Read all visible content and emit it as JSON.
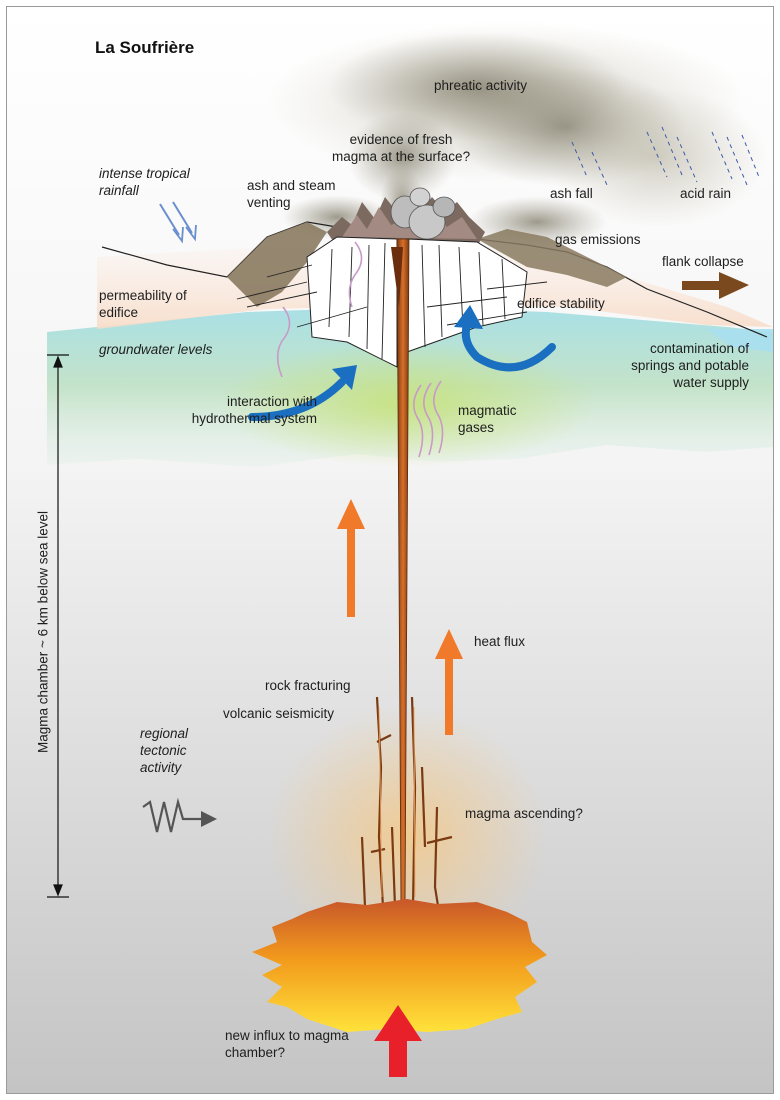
{
  "title": "La Soufrière",
  "labels": {
    "phreatic_activity": "phreatic activity",
    "fresh_magma": "evidence of fresh\nmagma at the surface?",
    "tropical_rainfall": "intense tropical\nrainfall",
    "ash_steam_venting": "ash and steam\nventing",
    "ash_fall": "ash fall",
    "acid_rain": "acid rain",
    "gas_emissions": "gas emissions",
    "flank_collapse": "flank collapse",
    "permeability": "permeability of\nedifice",
    "edifice_stability": "edifice stability",
    "groundwater_levels": "groundwater levels",
    "contamination": "contamination of\nsprings and potable\nwater supply",
    "hydrothermal_interaction": "interaction with\nhydrothermal system",
    "magmatic_gases": "magmatic\ngases",
    "heat_flux": "heat flux",
    "rock_fracturing": "rock fracturing",
    "volcanic_seismicity": "volcanic seismicity",
    "regional_tectonic": "regional\ntectonic\nactivity",
    "magma_ascending": "magma ascending?",
    "new_influx": "new influx to magma\nchamber?",
    "depth_scale": "Magma chamber ~ 6 km below sea level"
  },
  "colors": {
    "heat_arrow": "#f07a2a",
    "influx_arrow": "#e8202a",
    "circulation_arrow": "#1a6fc0",
    "collapse_arrow": "#7a4a1e",
    "rain_arrow": "#6a8fd0",
    "tectonic_arrow": "#6a6a6a"
  }
}
